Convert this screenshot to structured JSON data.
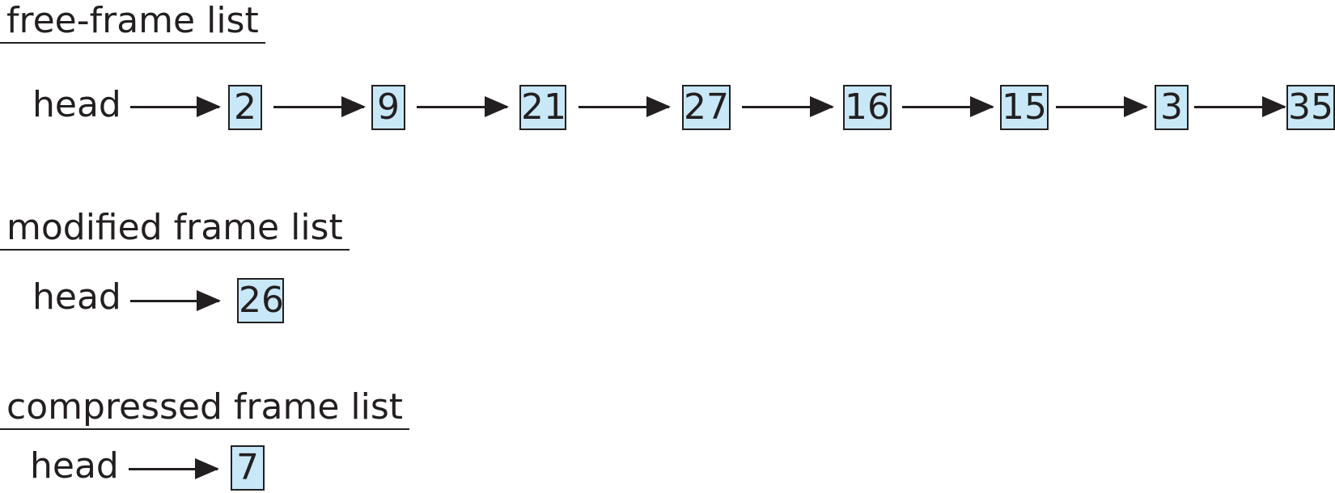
{
  "free_list": {
    "title": "free-frame list",
    "head_label": "head",
    "frames": [
      "2",
      "9",
      "21",
      "27",
      "16",
      "15",
      "3",
      "35"
    ]
  },
  "modified_list": {
    "title": "modified frame list",
    "head_label": "head",
    "frames": [
      "26"
    ]
  },
  "compressed_list": {
    "title": "compressed frame list",
    "head_label": "head",
    "frames": [
      "7"
    ]
  },
  "colors": {
    "frame_fill": "#c8e8f8",
    "ink": "#231f20"
  }
}
